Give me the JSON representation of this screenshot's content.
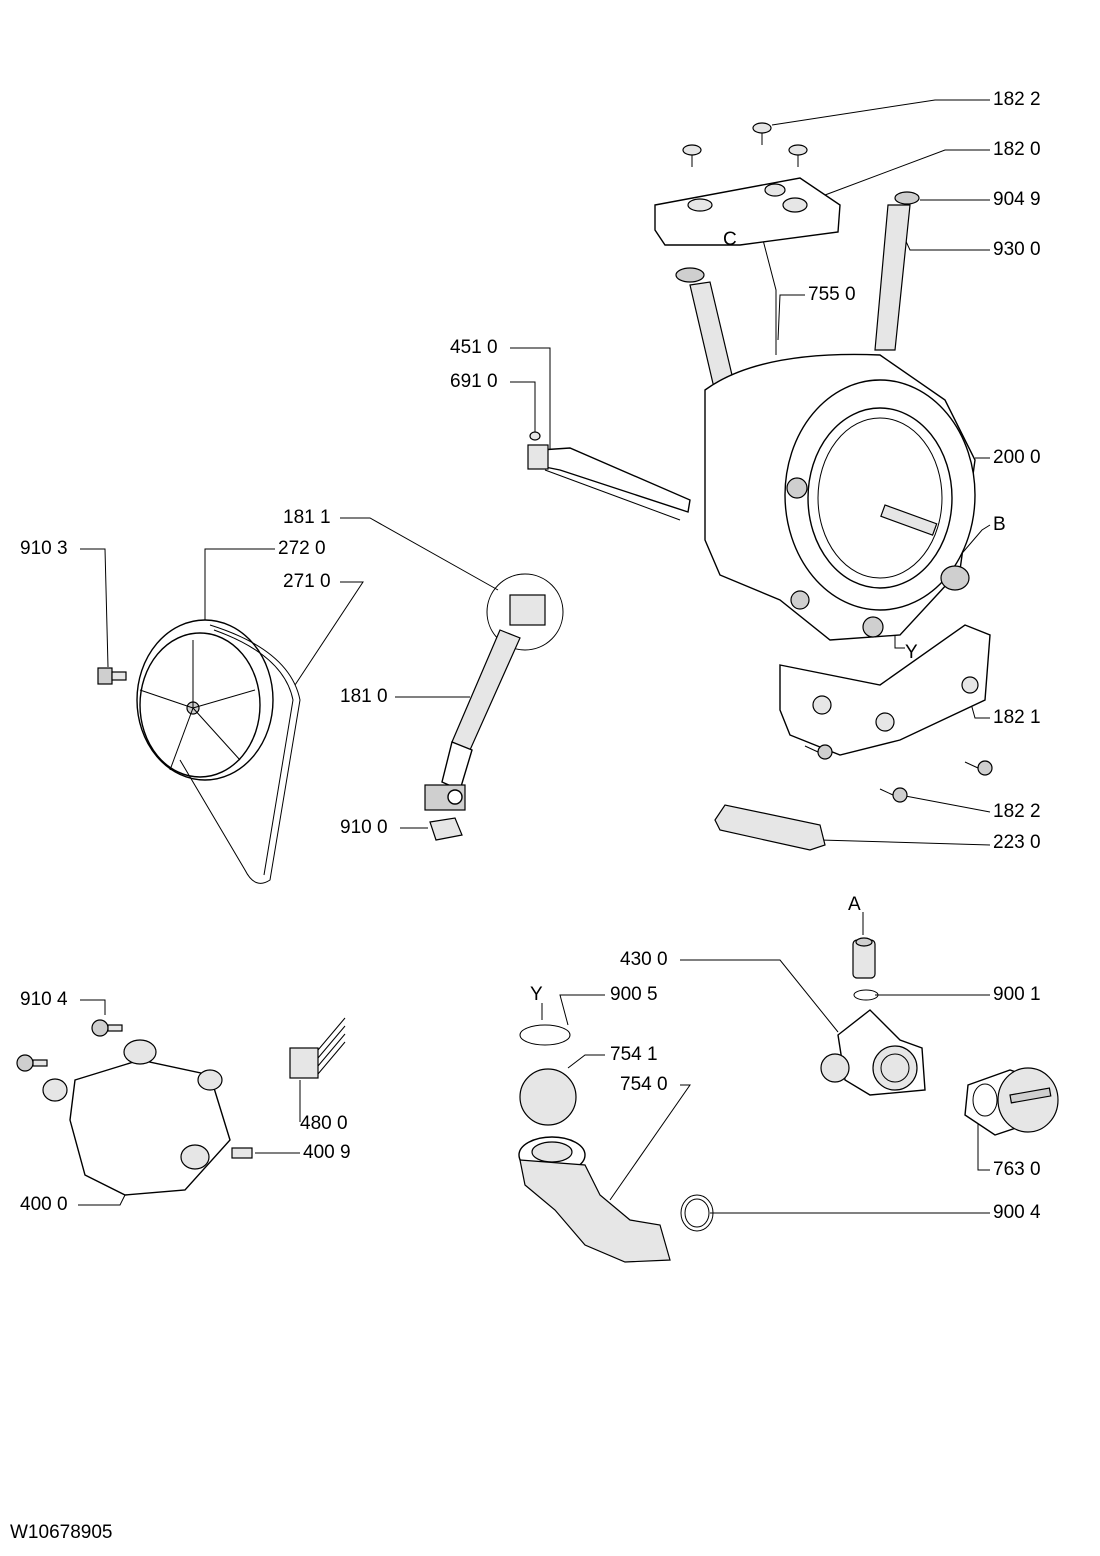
{
  "document_id": "W10678905",
  "callouts": [
    {
      "id": "182-2-top",
      "text": "182 2"
    },
    {
      "id": "182-0",
      "text": "182 0"
    },
    {
      "id": "904-9",
      "text": "904 9"
    },
    {
      "id": "930-0",
      "text": "930 0"
    },
    {
      "id": "C",
      "text": "C"
    },
    {
      "id": "755-0",
      "text": "755 0"
    },
    {
      "id": "451-0",
      "text": "451 0"
    },
    {
      "id": "691-0",
      "text": "691 0"
    },
    {
      "id": "200-0",
      "text": "200 0"
    },
    {
      "id": "B",
      "text": "B"
    },
    {
      "id": "181-1",
      "text": "181 1"
    },
    {
      "id": "910-3",
      "text": "910 3"
    },
    {
      "id": "272-0",
      "text": "272 0"
    },
    {
      "id": "271-0",
      "text": "271 0"
    },
    {
      "id": "Y-top",
      "text": "Y"
    },
    {
      "id": "181-0",
      "text": "181 0"
    },
    {
      "id": "182-1",
      "text": "182 1"
    },
    {
      "id": "182-2-bottom",
      "text": "182 2"
    },
    {
      "id": "910-0",
      "text": "910 0"
    },
    {
      "id": "223-0",
      "text": "223 0"
    },
    {
      "id": "A",
      "text": "A"
    },
    {
      "id": "430-0",
      "text": "430 0"
    },
    {
      "id": "Y-bottom",
      "text": "Y"
    },
    {
      "id": "900-5",
      "text": "900 5"
    },
    {
      "id": "900-1",
      "text": "900 1"
    },
    {
      "id": "910-4",
      "text": "910 4"
    },
    {
      "id": "754-1",
      "text": "754 1"
    },
    {
      "id": "754-0",
      "text": "754 0"
    },
    {
      "id": "480-0",
      "text": "480 0"
    },
    {
      "id": "400-9",
      "text": "400 9"
    },
    {
      "id": "763-0",
      "text": "763 0"
    },
    {
      "id": "400-0",
      "text": "400 0"
    },
    {
      "id": "900-4",
      "text": "900 4"
    }
  ]
}
